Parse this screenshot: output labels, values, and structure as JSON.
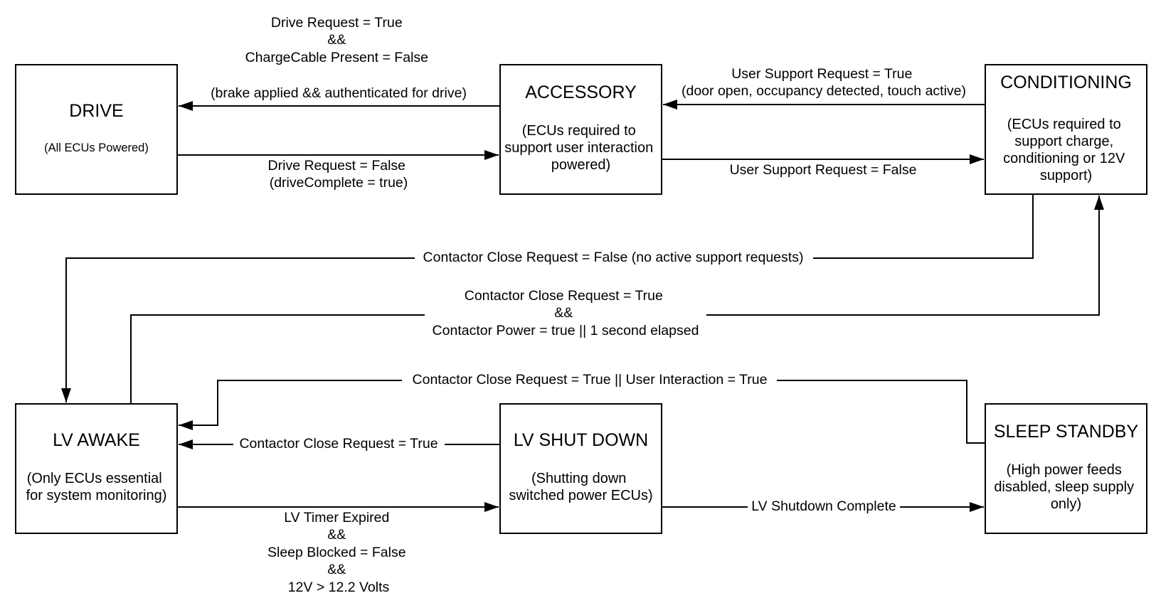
{
  "colors": {
    "stroke": "#000000",
    "background": "#ffffff",
    "text": "#000000"
  },
  "states": {
    "drive": {
      "title": "DRIVE",
      "description": "(All ECUs Powered)"
    },
    "accessory": {
      "title": "ACCESSORY",
      "description_lines": [
        "(ECUs required to",
        "support user interaction",
        "powered)"
      ]
    },
    "conditioning": {
      "title": "CONDITIONING",
      "description_lines": [
        "(ECUs required to",
        "support charge,",
        "conditioning or 12V",
        "support)"
      ]
    },
    "lv_awake": {
      "title": "LV AWAKE",
      "description_lines": [
        "(Only ECUs essential",
        "for system monitoring)"
      ]
    },
    "lv_shut_down": {
      "title": "LV SHUT DOWN",
      "description_lines": [
        "(Shutting down",
        "switched power ECUs)"
      ]
    },
    "sleep_standby": {
      "title": "SLEEP STANDBY",
      "description_lines": [
        "(High power feeds",
        "disabled, sleep supply",
        "only)"
      ]
    }
  },
  "transitions": {
    "accessory_to_drive": {
      "lines": [
        "Drive Request = True",
        "&&",
        "ChargeCable Present = False",
        "",
        "(brake applied && authenticated for drive)"
      ]
    },
    "drive_to_accessory": {
      "lines": [
        "Drive Request = False",
        "(driveComplete = true)"
      ]
    },
    "conditioning_to_accessory": {
      "lines": [
        "User Support Request = True",
        "(door open, occupancy detected, touch active)"
      ]
    },
    "accessory_to_conditioning": {
      "lines": [
        "User Support Request = False"
      ]
    },
    "conditioning_to_lv_awake": {
      "lines": [
        "Contactor Close Request = False (no active support requests)"
      ]
    },
    "lv_awake_to_conditioning": {
      "lines": [
        "Contactor Close Request = True",
        "&&",
        "Contactor Power = true || 1 second elapsed"
      ]
    },
    "sleep_standby_to_lv_awake": {
      "lines": [
        "Contactor Close Request = True || User Interaction = True"
      ]
    },
    "lv_shut_down_to_lv_awake": {
      "lines": [
        "Contactor Close Request = True"
      ]
    },
    "lv_awake_to_lv_shut_down": {
      "lines": [
        "LV Timer Expired",
        "&&",
        "Sleep Blocked = False",
        "&&",
        "12V > 12.2 Volts"
      ]
    },
    "lv_shut_down_to_sleep_standby": {
      "lines": [
        "LV Shutdown Complete"
      ]
    }
  }
}
